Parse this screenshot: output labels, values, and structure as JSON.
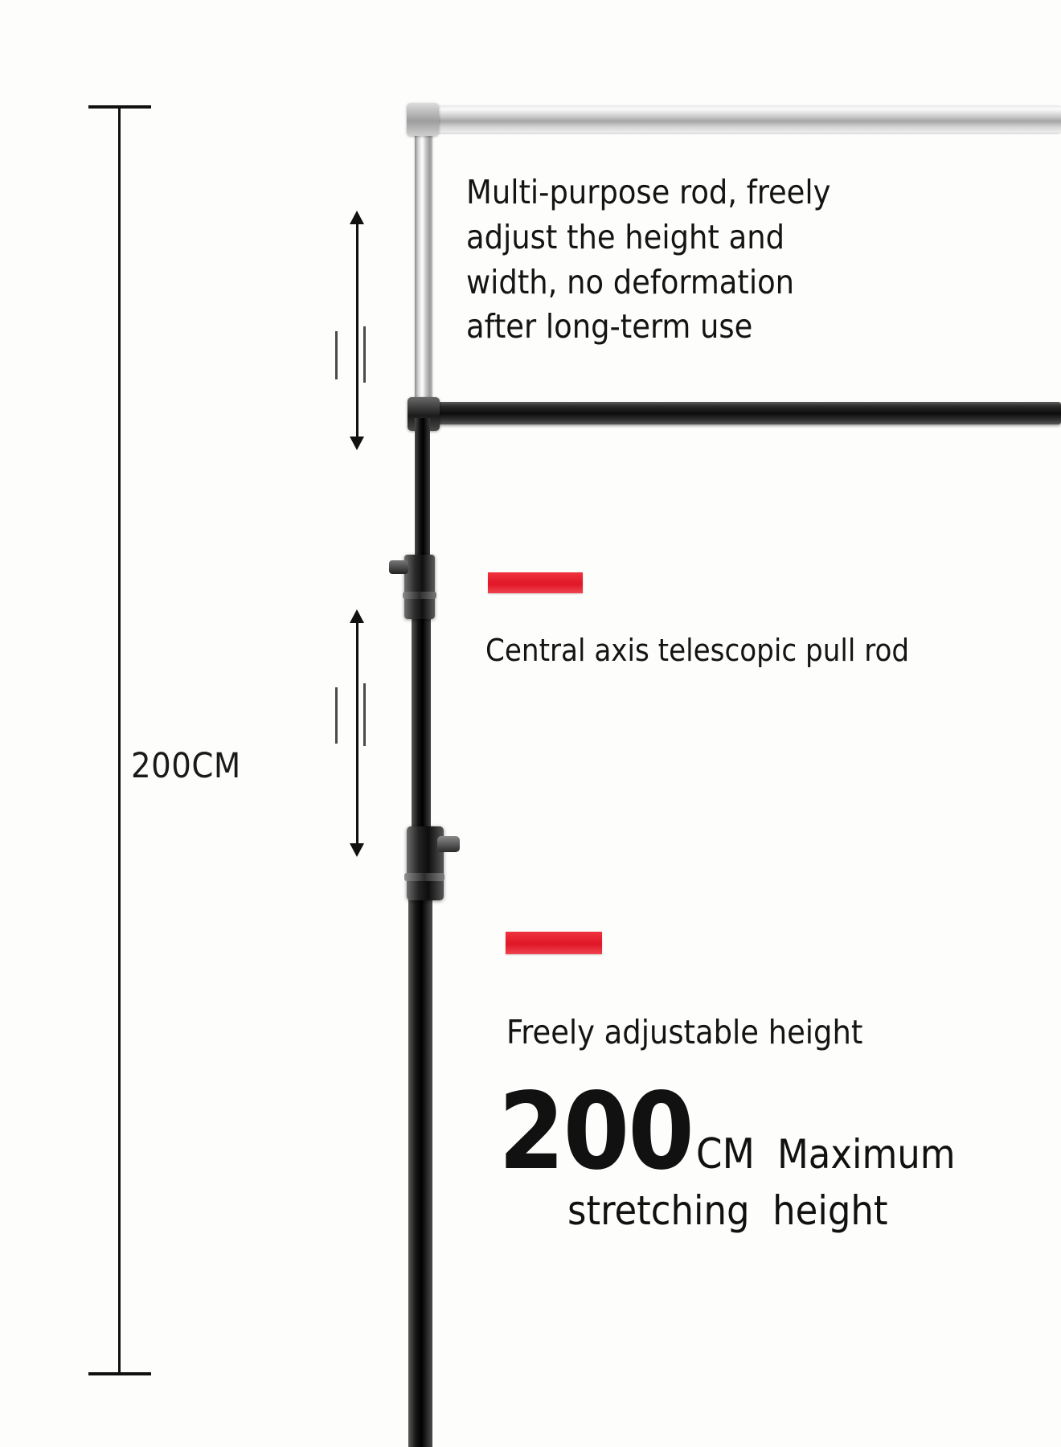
{
  "background_color": "#fdfdfb",
  "accent_color": "#e01626",
  "text_color": "#141414",
  "dimension": {
    "label": "200CM",
    "tick_top_name": "top-tick",
    "tick_bottom_name": "bottom-tick"
  },
  "callouts": {
    "multi_purpose_rod": "Multi-purpose rod, freely adjust the height and width, no deformation after long-term use",
    "central_axis": "Central axis telescopic pull rod",
    "freely_adjustable": "Freely adjustable height"
  },
  "metric": {
    "number": "200",
    "unit": "CM",
    "qualifier": "Maximum",
    "subtitle": "stretching  height"
  },
  "product": {
    "upper_rod_material": "silver-aluminium",
    "lower_rod_material": "black-coated-steel",
    "clamp_count": 2
  }
}
